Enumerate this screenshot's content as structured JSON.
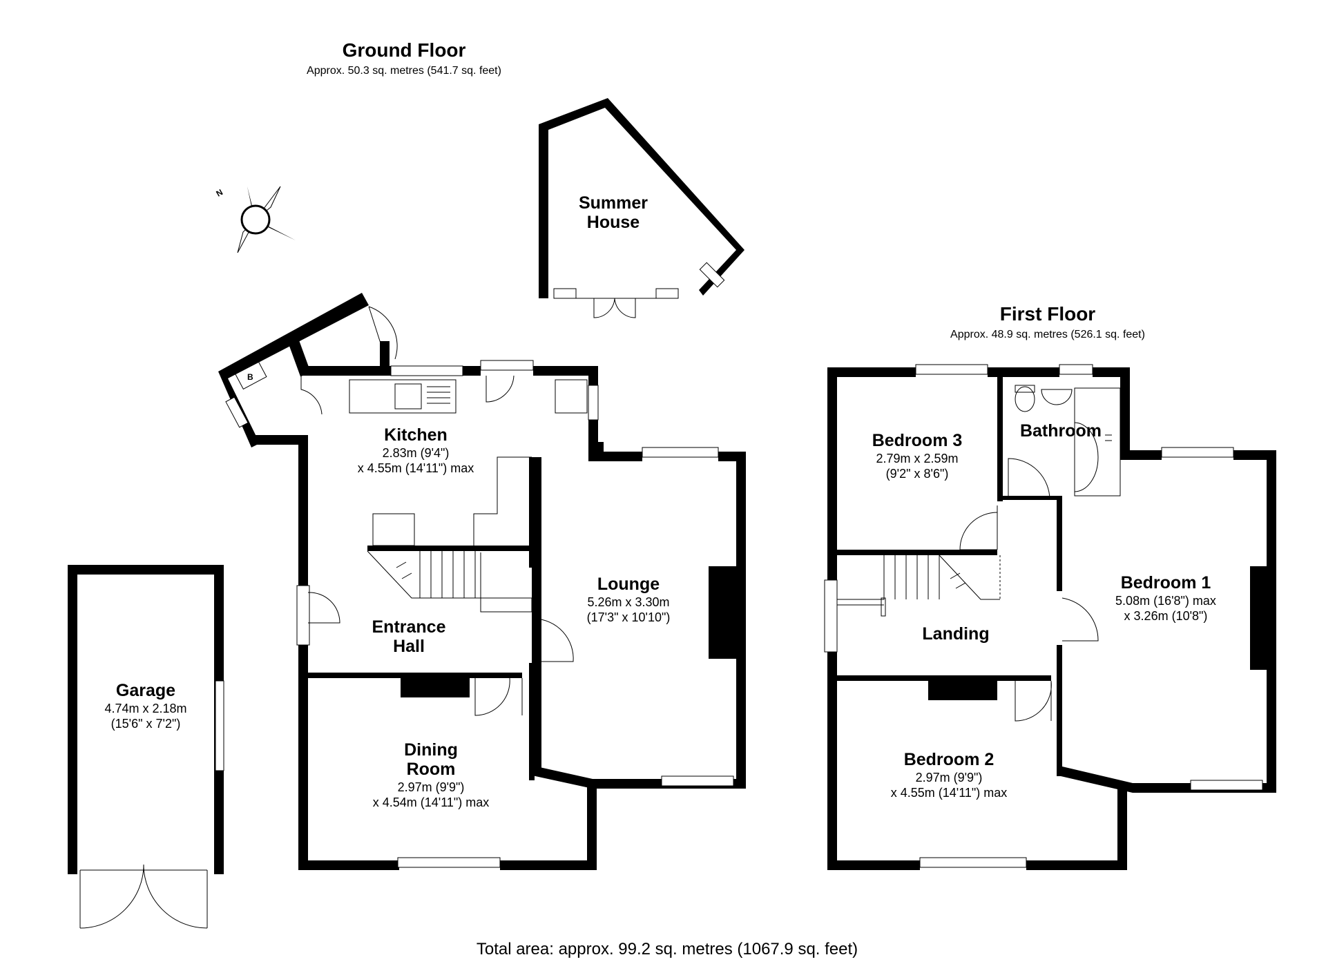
{
  "ground_floor": {
    "title": "Ground Floor",
    "area": "Approx. 50.3 sq. metres (541.7 sq. feet)"
  },
  "first_floor": {
    "title": "First Floor",
    "area": "Approx. 48.9 sq. metres (526.1 sq. feet)"
  },
  "compass": {
    "letter": "N"
  },
  "rooms": {
    "summer_house": {
      "name1": "Summer",
      "name2": "House"
    },
    "kitchen": {
      "name": "Kitchen",
      "dim1": "2.83m (9'4\")",
      "dim2": "x 4.55m (14'11\") max",
      "boiler": "B"
    },
    "lounge": {
      "name": "Lounge",
      "dim1": "5.26m x 3.30m",
      "dim2": "(17'3\" x 10'10\")"
    },
    "entrance_hall": {
      "name1": "Entrance",
      "name2": "Hall"
    },
    "dining_room": {
      "name1": "Dining",
      "name2": "Room",
      "dim1": "2.97m (9'9\")",
      "dim2": "x 4.54m (14'11\") max"
    },
    "garage": {
      "name": "Garage",
      "dim1": "4.74m x 2.18m",
      "dim2": "(15'6\" x 7'2\")"
    },
    "bedroom3": {
      "name": "Bedroom 3",
      "dim1": "2.79m x 2.59m",
      "dim2": "(9'2\" x 8'6\")"
    },
    "bathroom": {
      "name": "Bathroom"
    },
    "bedroom1": {
      "name": "Bedroom 1",
      "dim1": "5.08m (16'8\") max",
      "dim2": "x 3.26m (10'8\")"
    },
    "landing": {
      "name": "Landing"
    },
    "bedroom2": {
      "name": "Bedroom 2",
      "dim1": "2.97m (9'9\")",
      "dim2": "x 4.55m (14'11\") max"
    }
  },
  "total_area": "Total area: approx. 99.2 sq. metres (1067.9 sq. feet)"
}
